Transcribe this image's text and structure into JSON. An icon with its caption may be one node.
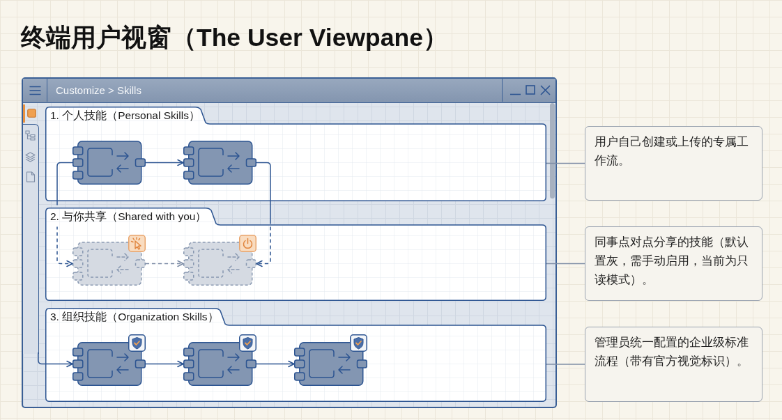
{
  "diagram": {
    "title": "终端用户视窗（The User Viewpane）",
    "nodes": [
      {
        "text": [
          "Customize > Skills"
        ]
      },
      {
        "text": [
          "1. 个人技能（Personal Skills）"
        ],
        "in": 0
      },
      {
        "text": [],
        "shape": "box",
        "in": 1
      },
      {
        "text": [],
        "shape": "box",
        "in": 1
      },
      {
        "text": [
          "2. 与你共享（Shared with you）"
        ],
        "in": 0
      },
      {
        "text": [],
        "shape": "box",
        "in": 4
      },
      {
        "text": [],
        "shape": "box",
        "in": 4
      },
      {
        "text": [
          "3. 组织技能（Organization Skills）"
        ],
        "in": 0
      },
      {
        "text": [],
        "shape": "box",
        "in": 7
      },
      {
        "text": [],
        "shape": "box",
        "in": 7
      },
      {
        "text": [],
        "shape": "box",
        "in": 7
      },
      {
        "text": [
          "用户自己创建或上传的专属工作流。"
        ]
      },
      {
        "text": [
          "同事点对点分享的技能（默认置灰，需手动启用，当前为只读模式）。"
        ]
      },
      {
        "text": [
          "管理员统一配置的企业级标准流程（带有官方视觉标识）。"
        ]
      }
    ],
    "edges": [
      {
        "from": 2,
        "to": 3,
        "arrow": "to"
      },
      {
        "from": 2,
        "to": 5,
        "arrow": "to",
        "style": "dashed"
      },
      {
        "from": 3,
        "to": 6,
        "arrow": "to",
        "style": "dashed"
      },
      {
        "from": 5,
        "to": 6,
        "arrow": "to",
        "style": "dashed",
        "color": "#7b8ba5"
      },
      {
        "from": null,
        "to": 8,
        "arrow": "to"
      },
      {
        "from": 8,
        "to": 9,
        "arrow": "to"
      },
      {
        "from": 9,
        "to": 10,
        "arrow": "to"
      },
      {
        "from": 11,
        "to": 1,
        "arrow": "none",
        "color": "#7f8ea6"
      },
      {
        "from": 12,
        "to": 4,
        "arrow": "none",
        "color": "#7f8ea6"
      },
      {
        "from": 13,
        "to": 7,
        "arrow": "none",
        "color": "#7f8ea6"
      }
    ]
  }
}
